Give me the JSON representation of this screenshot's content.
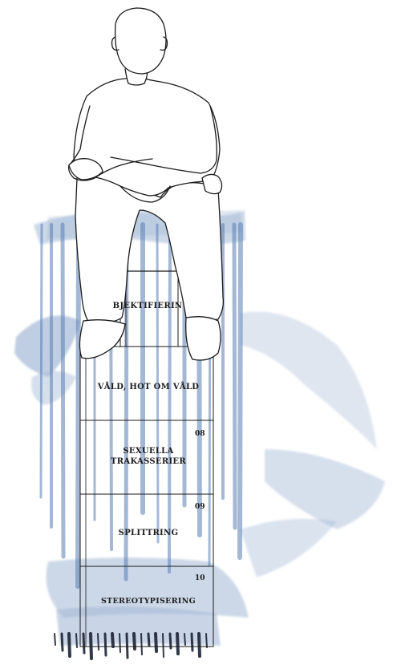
{
  "colors": {
    "paint": "#5a7fb4",
    "paint_dark": "#2f4f86",
    "line": "#1a1a1a",
    "background": "#ffffff"
  },
  "figure": {
    "name": "seated-person-outline"
  },
  "blocks": [
    {
      "number": "",
      "label": "BJEKTIFIERIN"
    },
    {
      "number": "",
      "label": "VÅLD, HOT OM VÅLD"
    },
    {
      "number": "08",
      "label": "SEXUELLA TRAKASSERIER"
    },
    {
      "number": "09",
      "label": "SPLITTRING"
    },
    {
      "number": "10",
      "label": "STEREOTYPISERING"
    }
  ]
}
